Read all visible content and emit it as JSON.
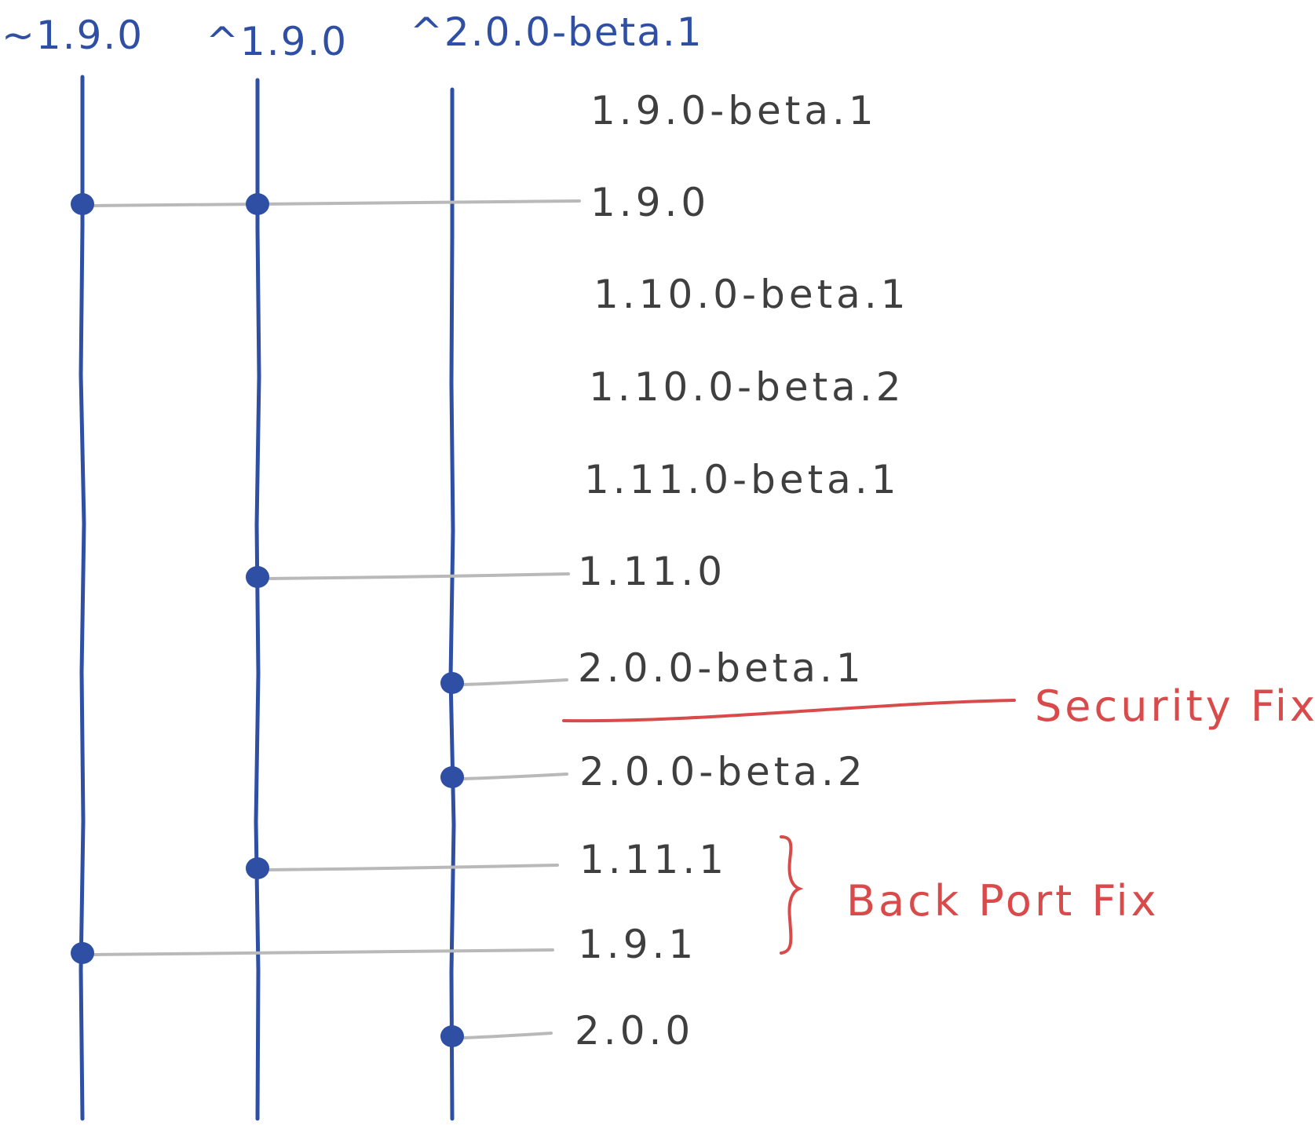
{
  "colors": {
    "timeline": "#2e4fa3",
    "connector": "#b9b9b9",
    "version_text": "#3f3f3f",
    "annotation": "#d94a4a",
    "background": "#ffffff"
  },
  "ranges": [
    {
      "id": "tilde",
      "label": "~1.9.0"
    },
    {
      "id": "caret19",
      "label": "^1.9.0"
    },
    {
      "id": "caret20",
      "label": "^2.0.0-beta.1"
    }
  ],
  "versions": [
    {
      "label": "1.9.0-beta.1",
      "resolves": []
    },
    {
      "label": "1.9.0",
      "resolves": [
        "tilde",
        "caret19"
      ]
    },
    {
      "label": "1.10.0-beta.1",
      "resolves": []
    },
    {
      "label": "1.10.0-beta.2",
      "resolves": []
    },
    {
      "label": "1.11.0-beta.1",
      "resolves": []
    },
    {
      "label": "1.11.0",
      "resolves": [
        "caret19"
      ]
    },
    {
      "label": "2.0.0-beta.1",
      "resolves": [
        "caret20"
      ]
    },
    {
      "label": "2.0.0-beta.2",
      "resolves": [
        "caret20"
      ]
    },
    {
      "label": "1.11.1",
      "resolves": [
        "caret19"
      ]
    },
    {
      "label": "1.9.1",
      "resolves": [
        "tilde"
      ]
    },
    {
      "label": "2.0.0",
      "resolves": [
        "caret20"
      ]
    }
  ],
  "annotations": {
    "security_fix": "Security Fix",
    "back_port_fix": "Back Port Fix"
  }
}
